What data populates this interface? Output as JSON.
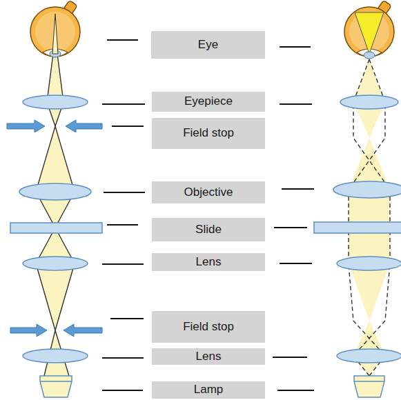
{
  "diagram": {
    "nodes": [
      {
        "text": [
          "Eye"
        ]
      },
      {
        "text": [
          "Eyepiece"
        ]
      },
      {
        "text": [
          "Field stop"
        ]
      },
      {
        "text": [
          "Objective"
        ]
      },
      {
        "text": [
          "Slide"
        ]
      },
      {
        "text": [
          "Lens"
        ]
      },
      {
        "text": [
          "Field stop"
        ]
      },
      {
        "text": [
          "Lens"
        ]
      },
      {
        "text": [
          "Lamp"
        ]
      }
    ]
  }
}
